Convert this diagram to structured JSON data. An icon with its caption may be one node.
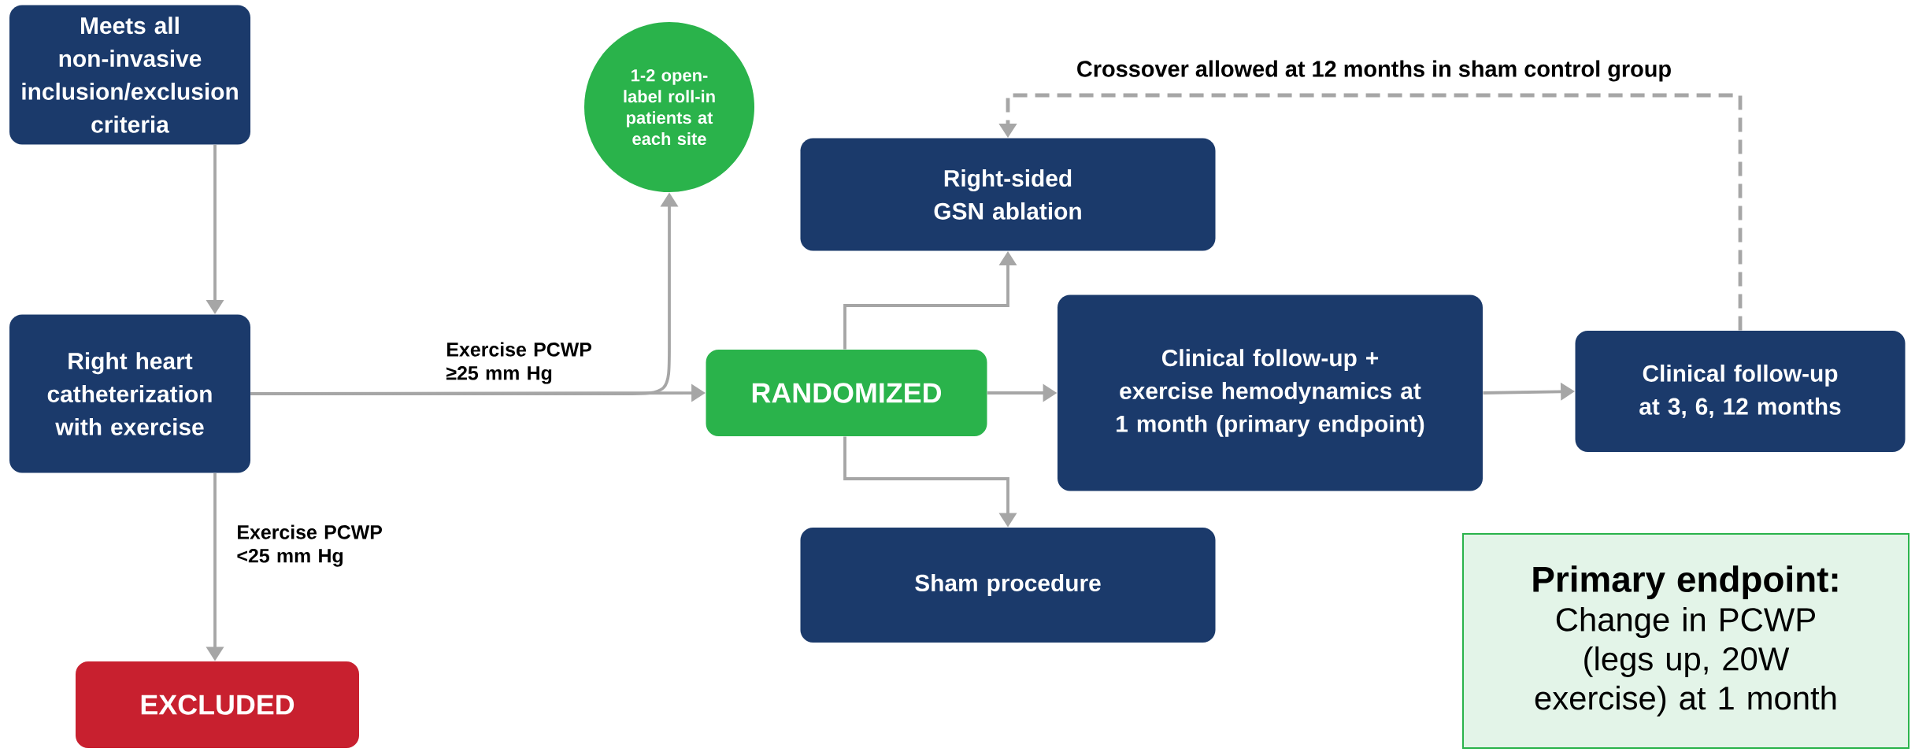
{
  "diagram": {
    "nodes": [
      {
        "text": [
          "Meets all non-invasive inclusion/exclusion criteria"
        ]
      },
      {
        "text": [
          "Right heart catheterization with exercise"
        ]
      },
      {
        "text": [
          "EXCLUDED"
        ]
      },
      {
        "text": [
          "1-2 open-label roll-in patients at each site"
        ]
      },
      {
        "text": [
          "RANDOMIZED"
        ]
      },
      {
        "text": [
          "Right-sided GSN ablation"
        ]
      },
      {
        "text": [
          "Sham procedure"
        ]
      },
      {
        "text": [
          "Clinical follow-up + exercise hemodynamics at 1 month (primary endpoint)"
        ]
      },
      {
        "text": [
          "Clinical follow-up at 3, 6, 12 months"
        ]
      },
      {
        "text": [
          "Primary endpoint:",
          "Change in PCWP (legs up, 20W exercise) at 1 month"
        ]
      }
    ],
    "edges": [
      {
        "from": 0,
        "to": 1,
        "arrow": "to"
      },
      {
        "from": 1,
        "to": 3,
        "arrow": "to"
      },
      {
        "from": 1,
        "to": 4,
        "arrow": "to",
        "label": "Exercise PCWP ≥25 mm Hg"
      },
      {
        "from": 1,
        "to": 2,
        "arrow": "to",
        "label": "Exercise PCWP <25 mm Hg"
      },
      {
        "from": 4,
        "to": 5,
        "arrow": "to"
      },
      {
        "from": 4,
        "to": 6,
        "arrow": "to"
      },
      {
        "from": 4,
        "to": 7,
        "arrow": "to"
      },
      {
        "from": 7,
        "to": 8,
        "arrow": "to"
      },
      {
        "from": 8,
        "to": 5,
        "arrow": "to",
        "style": "dashed",
        "label": "Crossover allowed at 12 months in sham control group"
      }
    ]
  }
}
